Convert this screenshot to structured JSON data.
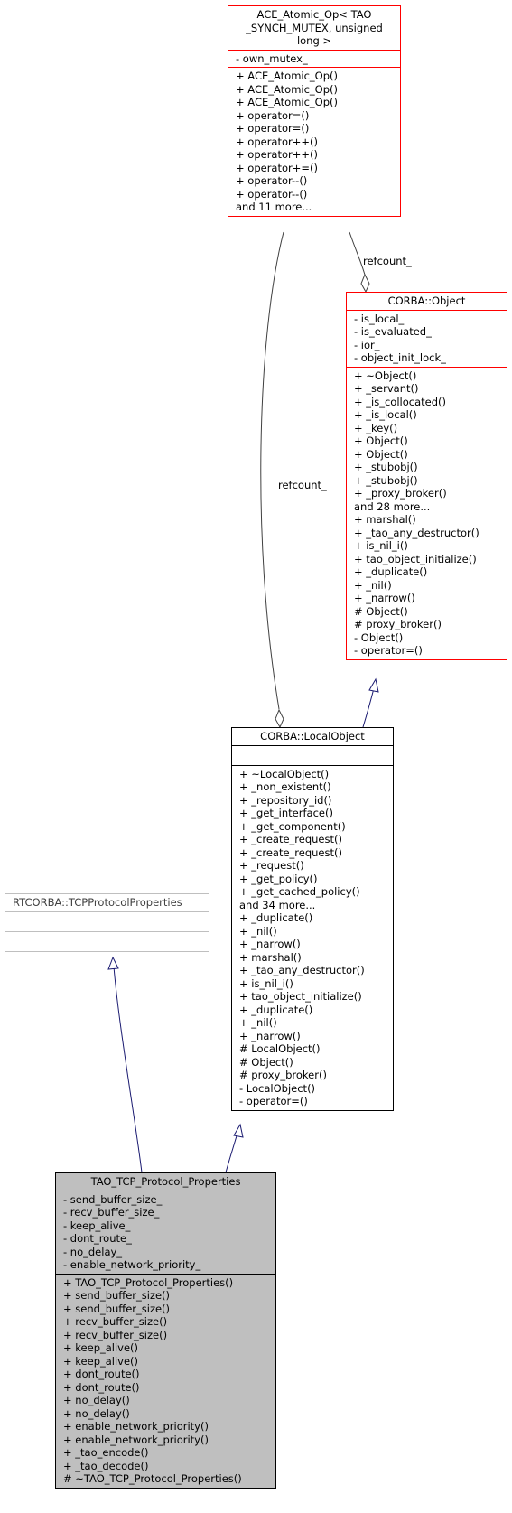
{
  "classes": {
    "atomic_op": {
      "title_lines": [
        "ACE_Atomic_Op< TAO",
        "_SYNCH_MUTEX, unsigned",
        "long >"
      ],
      "attributes": [
        "- own_mutex_"
      ],
      "methods": [
        "+ ACE_Atomic_Op()",
        "+ ACE_Atomic_Op()",
        "+ ACE_Atomic_Op()",
        "+ operator=()",
        "+ operator=()",
        "+ operator++()",
        "+ operator++()",
        "+ operator+=()",
        "+ operator--()",
        "+ operator--()",
        "and 11 more..."
      ]
    },
    "corba_object": {
      "title": "CORBA::Object",
      "attributes": [
        "- is_local_",
        "- is_evaluated_",
        "- ior_",
        "- object_init_lock_"
      ],
      "methods": [
        "+ ~Object()",
        "+ _servant()",
        "+ _is_collocated()",
        "+ _is_local()",
        "+ _key()",
        "+ Object()",
        "+ Object()",
        "+ _stubobj()",
        "+ _stubobj()",
        "+ _proxy_broker()",
        "and 28 more...",
        "+ marshal()",
        "+ _tao_any_destructor()",
        "+ is_nil_i()",
        "+ tao_object_initialize()",
        "+ _duplicate()",
        "+ _nil()",
        "+ _narrow()",
        "# Object()",
        "# proxy_broker()",
        "- Object()",
        "- operator=()"
      ]
    },
    "local_object": {
      "title": "CORBA::LocalObject",
      "methods": [
        "+ ~LocalObject()",
        "+ _non_existent()",
        "+ _repository_id()",
        "+ _get_interface()",
        "+ _get_component()",
        "+ _create_request()",
        "+ _create_request()",
        "+ _request()",
        "+ _get_policy()",
        "+ _get_cached_policy()",
        "and 34 more...",
        "+ _duplicate()",
        "+ _nil()",
        "+ _narrow()",
        "+ marshal()",
        "+ _tao_any_destructor()",
        "+ is_nil_i()",
        "+ tao_object_initialize()",
        "+ _duplicate()",
        "+ _nil()",
        "+ _narrow()",
        "# LocalObject()",
        "# Object()",
        "# proxy_broker()",
        "- LocalObject()",
        "- operator=()"
      ]
    },
    "rt_tcp": {
      "title": "RTCORBA::TCPProtocolProperties"
    },
    "tao_tcp": {
      "title": "TAO_TCP_Protocol_Properties",
      "attributes": [
        "- send_buffer_size_",
        "- recv_buffer_size_",
        "- keep_alive_",
        "- dont_route_",
        "- no_delay_",
        "- enable_network_priority_"
      ],
      "methods": [
        "+ TAO_TCP_Protocol_Properties()",
        "+ send_buffer_size()",
        "+ send_buffer_size()",
        "+ recv_buffer_size()",
        "+ recv_buffer_size()",
        "+ keep_alive()",
        "+ keep_alive()",
        "+ dont_route()",
        "+ dont_route()",
        "+ no_delay()",
        "+ no_delay()",
        "+ enable_network_priority()",
        "+ enable_network_priority()",
        "+ _tao_encode()",
        "+ _tao_decode()",
        "# ~TAO_TCP_Protocol_Properties()"
      ]
    }
  },
  "edge_labels": {
    "refcount_a": "refcount_",
    "refcount_b": "refcount_"
  },
  "colors": {
    "ancestor_border": "#ff0000",
    "external_border": "#bfbfbf",
    "focus_fill": "#bfbfbf",
    "inheritance_edge": "#191970",
    "usage_edge": "#404040"
  }
}
